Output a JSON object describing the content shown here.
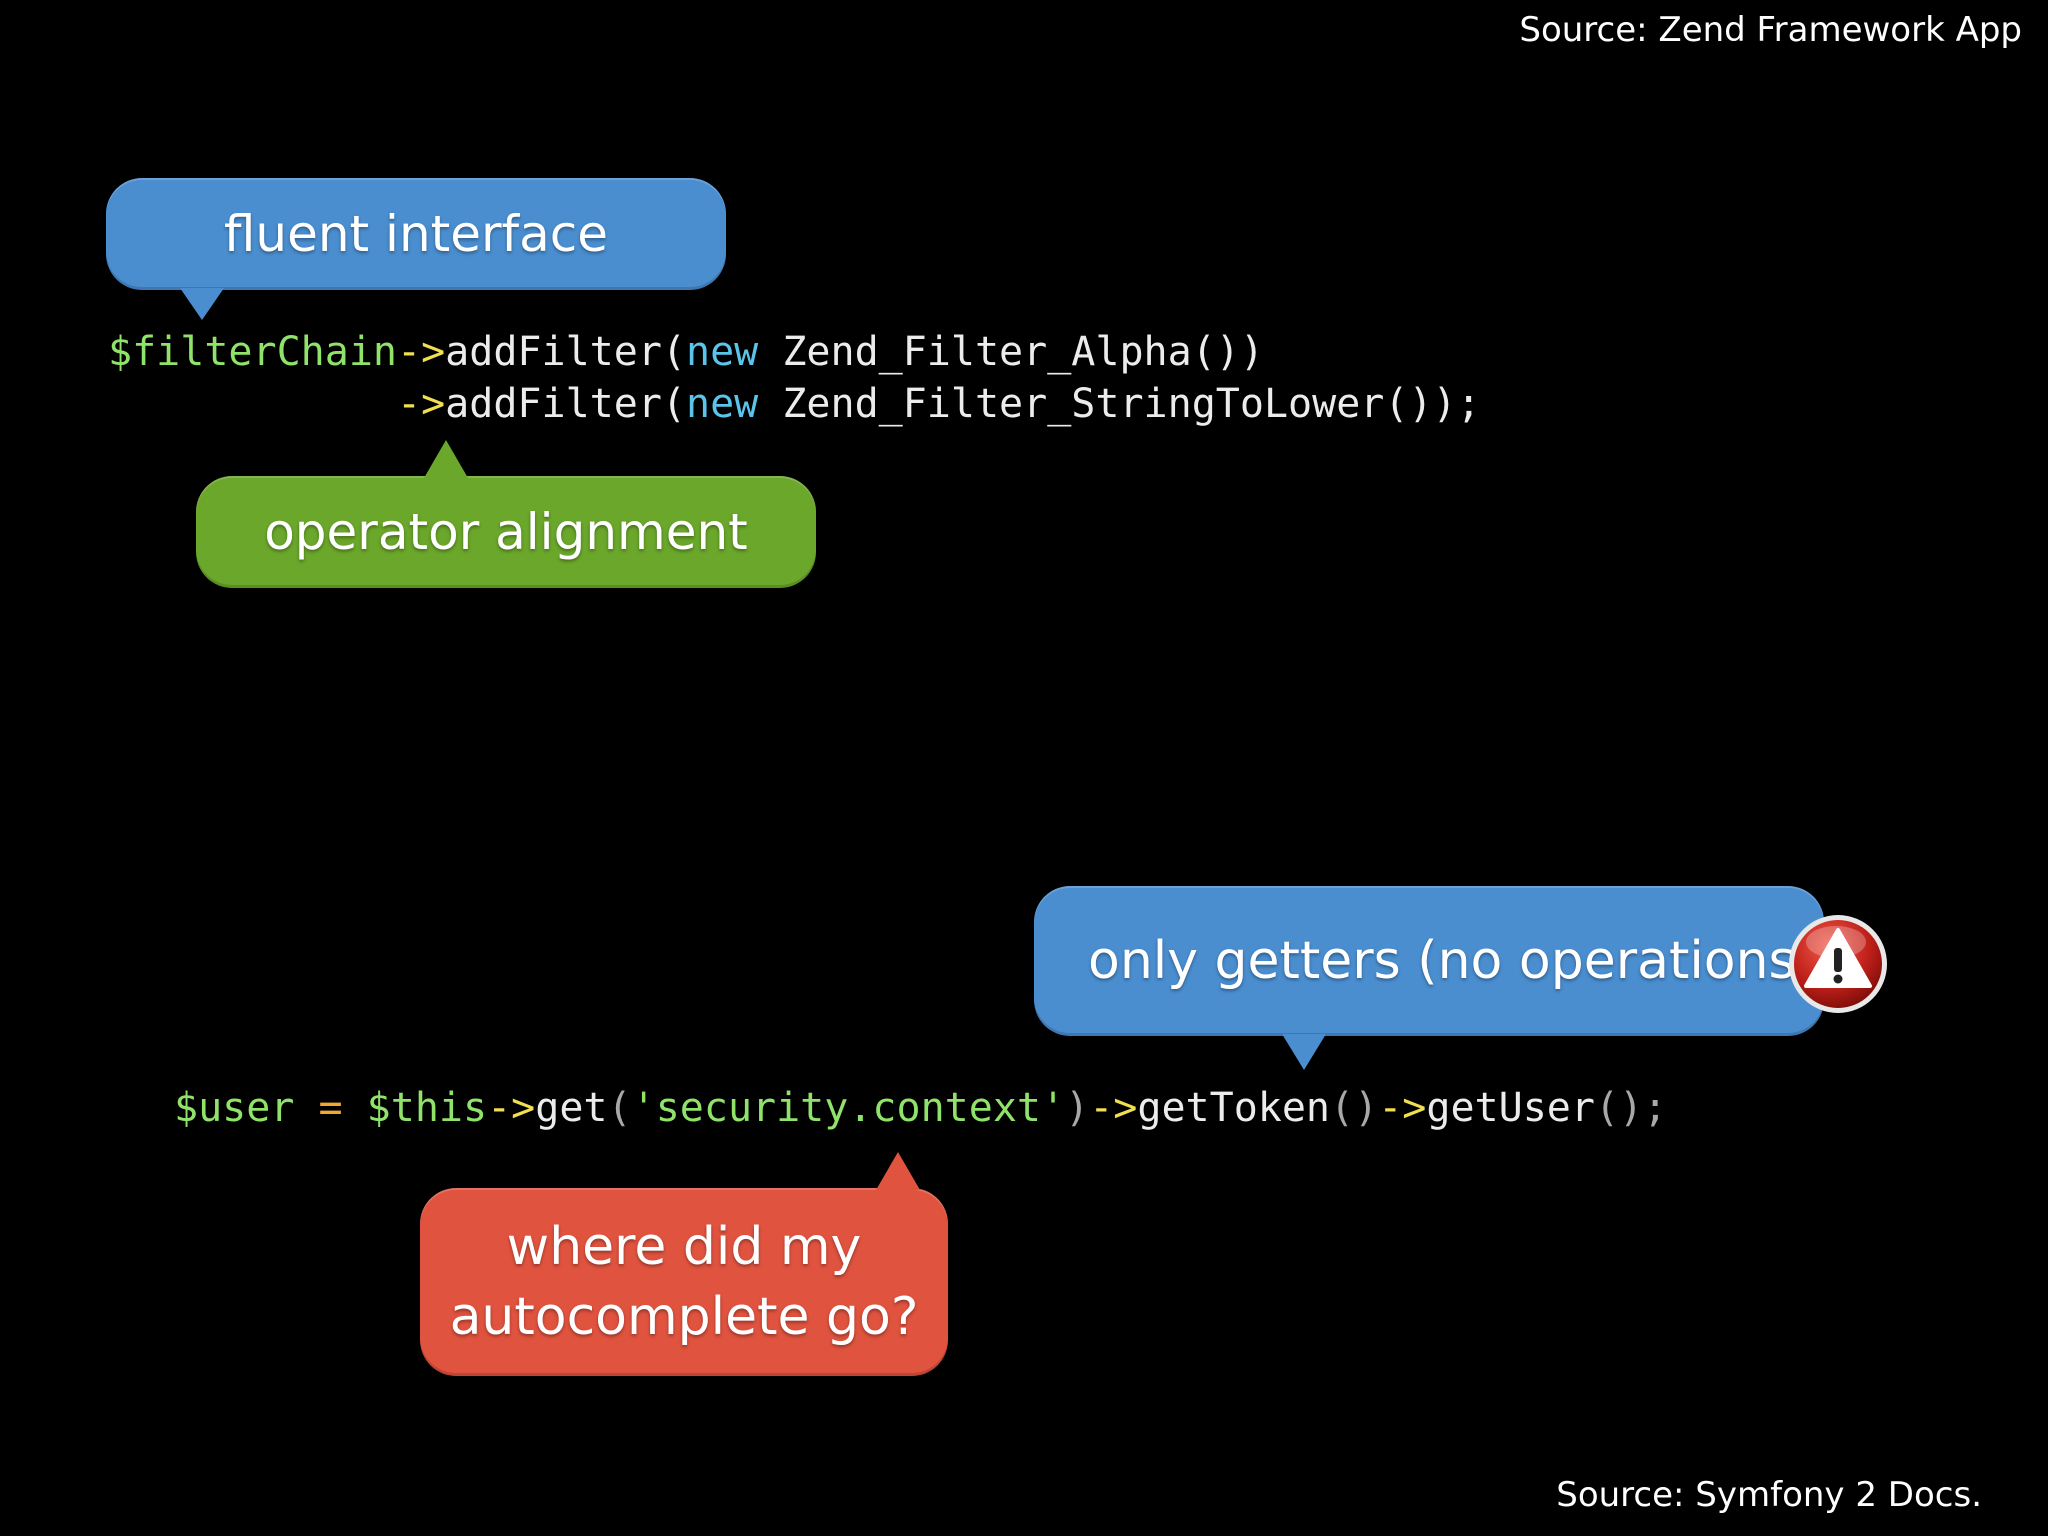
{
  "sources": {
    "top": "Source: Zend Framework App",
    "bottom": "Source: Symfony 2 Docs."
  },
  "bubbles": {
    "fluent": "fluent interface",
    "operator": "operator alignment",
    "getters": "only getters (no operations)",
    "where_line1": "where did my",
    "where_line2": "autocomplete go?"
  },
  "icons": {
    "warning": "warning-icon"
  },
  "code1": {
    "line1": {
      "var": "$filterChain",
      "op": "->",
      "fn": "addFilter(",
      "kw": "new",
      "rest": " Zend_Filter_Alpha())"
    },
    "line2": {
      "indent": "            ",
      "op": "->",
      "fn": "addFilter(",
      "kw": "new",
      "rest": " Zend_Filter_StringToLower());"
    }
  },
  "code2": {
    "user": "$user",
    "eq": " = ",
    "this": "$this",
    "op1": "->",
    "get": "get",
    "p1": "(",
    "str": "'security.context'",
    "p2": ")",
    "op2": "->",
    "getToken": "getToken",
    "p3": "()",
    "op3": "->",
    "getUser": "getUser",
    "p4": "();"
  },
  "colors": {
    "blue_bubble": "#4a8ed0",
    "green_bubble": "#6aa72a",
    "red_bubble": "#e0533f",
    "background": "#000000"
  }
}
